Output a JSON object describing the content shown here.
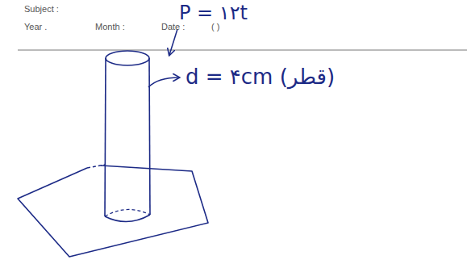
{
  "diagram": {
    "labels": [
      "Subject :",
      "Year .",
      "Month :",
      "Date :",
      "( )",
      "P = ۱۲t",
      "d = ۴cm (قطر)"
    ]
  }
}
